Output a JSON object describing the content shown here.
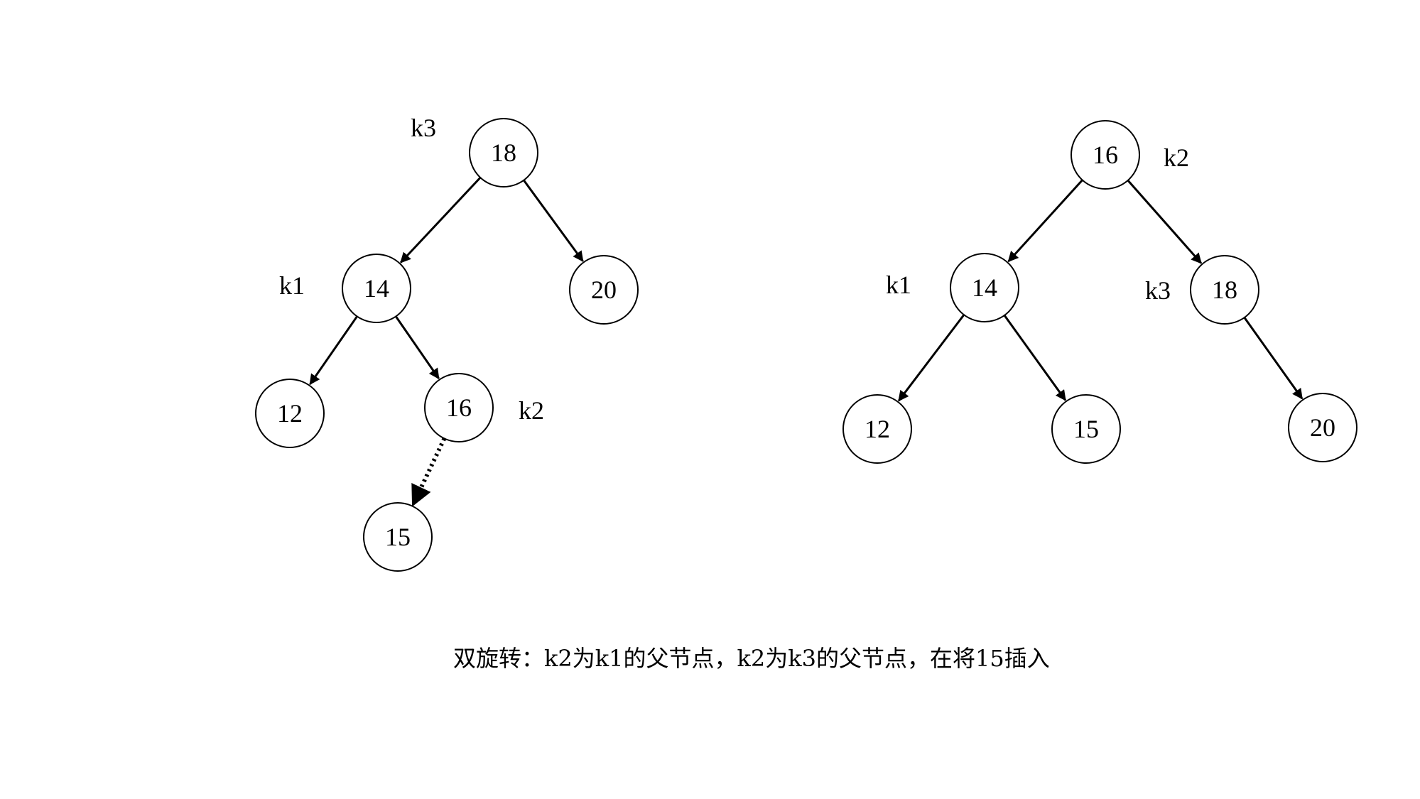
{
  "trees": [
    {
      "nodes": [
        {
          "id": "18",
          "value": "18",
          "label": "k3"
        },
        {
          "id": "14",
          "value": "14",
          "label": "k1"
        },
        {
          "id": "20",
          "value": "20",
          "label": ""
        },
        {
          "id": "12",
          "value": "12",
          "label": ""
        },
        {
          "id": "16",
          "value": "16",
          "label": "k2"
        },
        {
          "id": "15",
          "value": "15",
          "label": ""
        }
      ],
      "edges": [
        {
          "from": "18",
          "to": "14",
          "style": "solid"
        },
        {
          "from": "18",
          "to": "20",
          "style": "solid"
        },
        {
          "from": "14",
          "to": "12",
          "style": "solid"
        },
        {
          "from": "14",
          "to": "16",
          "style": "solid"
        },
        {
          "from": "16",
          "to": "15",
          "style": "dotted"
        }
      ]
    },
    {
      "nodes": [
        {
          "id": "16",
          "value": "16",
          "label": "k2"
        },
        {
          "id": "14",
          "value": "14",
          "label": "k1"
        },
        {
          "id": "18",
          "value": "18",
          "label": "k3"
        },
        {
          "id": "12",
          "value": "12",
          "label": ""
        },
        {
          "id": "15",
          "value": "15",
          "label": ""
        },
        {
          "id": "20",
          "value": "20",
          "label": ""
        }
      ],
      "edges": [
        {
          "from": "16",
          "to": "14",
          "style": "solid"
        },
        {
          "from": "16",
          "to": "18",
          "style": "solid"
        },
        {
          "from": "14",
          "to": "12",
          "style": "solid"
        },
        {
          "from": "14",
          "to": "15",
          "style": "solid"
        },
        {
          "from": "18",
          "to": "20",
          "style": "solid"
        }
      ]
    }
  ],
  "caption": "双旋转：k2为k1的父节点，k2为k3的父节点，在将15插入"
}
